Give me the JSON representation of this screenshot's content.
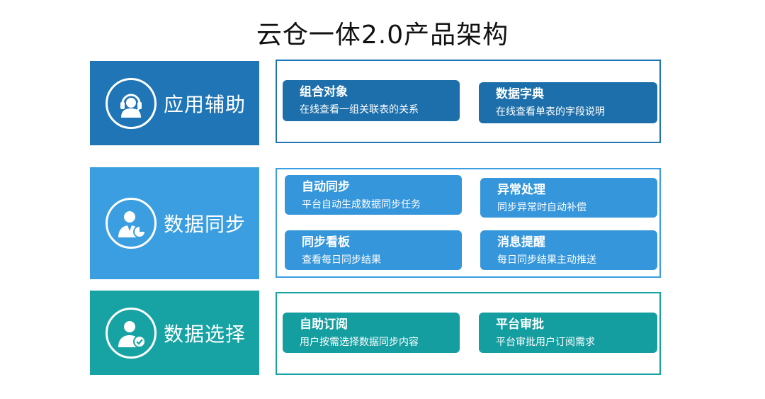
{
  "title": "云仓一体2.0产品架构",
  "colors": {
    "row1": "#1f75b5",
    "row1_card": "#1d6fab",
    "row2": "#3a9ee0",
    "row2_card": "#3596db",
    "row3": "#17a3a4",
    "row3_card": "#149ea0"
  },
  "rows": [
    {
      "label": "应用辅助",
      "icon": "headset-agent-icon",
      "cards": [
        {
          "title": "组合对象",
          "desc": "在线查看一组关联表的关系"
        },
        {
          "title": "数据字典",
          "desc": "在线查看单表的字段说明"
        }
      ]
    },
    {
      "label": "数据同步",
      "icon": "user-chart-icon",
      "cards": [
        {
          "title": "自动同步",
          "desc": "平台自动生成数据同步任务"
        },
        {
          "title": "异常处理",
          "desc": "同步异常时自动补偿"
        },
        {
          "title": "同步看板",
          "desc": "查看每日同步结果"
        },
        {
          "title": "消息提醒",
          "desc": "每日同步结果主动推送"
        }
      ]
    },
    {
      "label": "数据选择",
      "icon": "user-check-icon",
      "cards": [
        {
          "title": "自助订阅",
          "desc": "用户按需选择数据同步内容"
        },
        {
          "title": "平台审批",
          "desc": "平台审批用户订阅需求"
        }
      ]
    }
  ]
}
